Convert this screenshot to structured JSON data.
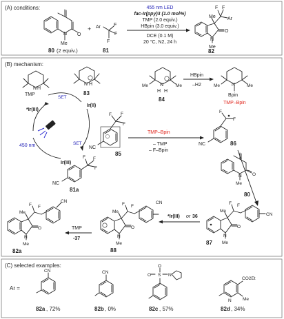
{
  "panels": {
    "a": "(A) conditions:",
    "b": "(B) mechanism:",
    "c": "(C) selected examples:"
  },
  "conditions": {
    "line1": "455 nm LED",
    "line2": "fac-Ir(ppy)3 (1.0 mol%)",
    "line3": "TMP (2.0 equiv.)",
    "line4": "HBpin (3.0 equiv.)",
    "line5": "DCE (0.1 M)",
    "line6": "20 °C, N2, 24 h"
  },
  "compounds": {
    "c80": "80",
    "c80_equiv": "(2 equiv.)",
    "c81": "81",
    "c82": "82",
    "c83": "83",
    "c84": "84",
    "c85": "85",
    "c86": "86",
    "c80b": "80",
    "c81a": "81a",
    "c87": "87",
    "c88": "88",
    "c82a": "82a"
  },
  "mechanism": {
    "tmp": "TMP",
    "set1": "SET",
    "set2": "SET",
    "ir3_star": "*Ir(III)",
    "ir2": "Ir(II)",
    "ir3": "Ir(III)",
    "light": "450 nm",
    "hbpin": "HBpin",
    "minus_h2": "–H2",
    "tmp_bpin_product": "TMP–Bpin",
    "tmp_bpin_reagent": "TMP–Bpin",
    "minus_tmp": "– TMP",
    "minus_fbpin": "– F–Bpin",
    "ir_or_36_a": "*Ir(III)",
    "ir_or_36_b": "or",
    "ir_or_36_c": "36",
    "tmp_step": "TMP",
    "minus37": "-37"
  },
  "atoms": {
    "plus": "+",
    "Ar": "Ar",
    "F": "F",
    "N": "N",
    "NH": "N",
    "H": "H",
    "O": "O",
    "Me": "Me",
    "CN": "CN",
    "NC": "NC",
    "B": "Bpin",
    "CO2Et": "CO2Et",
    "S": "S",
    "ar_eq": "Ar ="
  },
  "examples": [
    {
      "id": "82a",
      "yield": ", 72%"
    },
    {
      "id": "82b",
      "yield": ", 0%"
    },
    {
      "id": "82c",
      "yield": ", 57%"
    },
    {
      "id": "82d",
      "yield": ", 34%"
    }
  ]
}
